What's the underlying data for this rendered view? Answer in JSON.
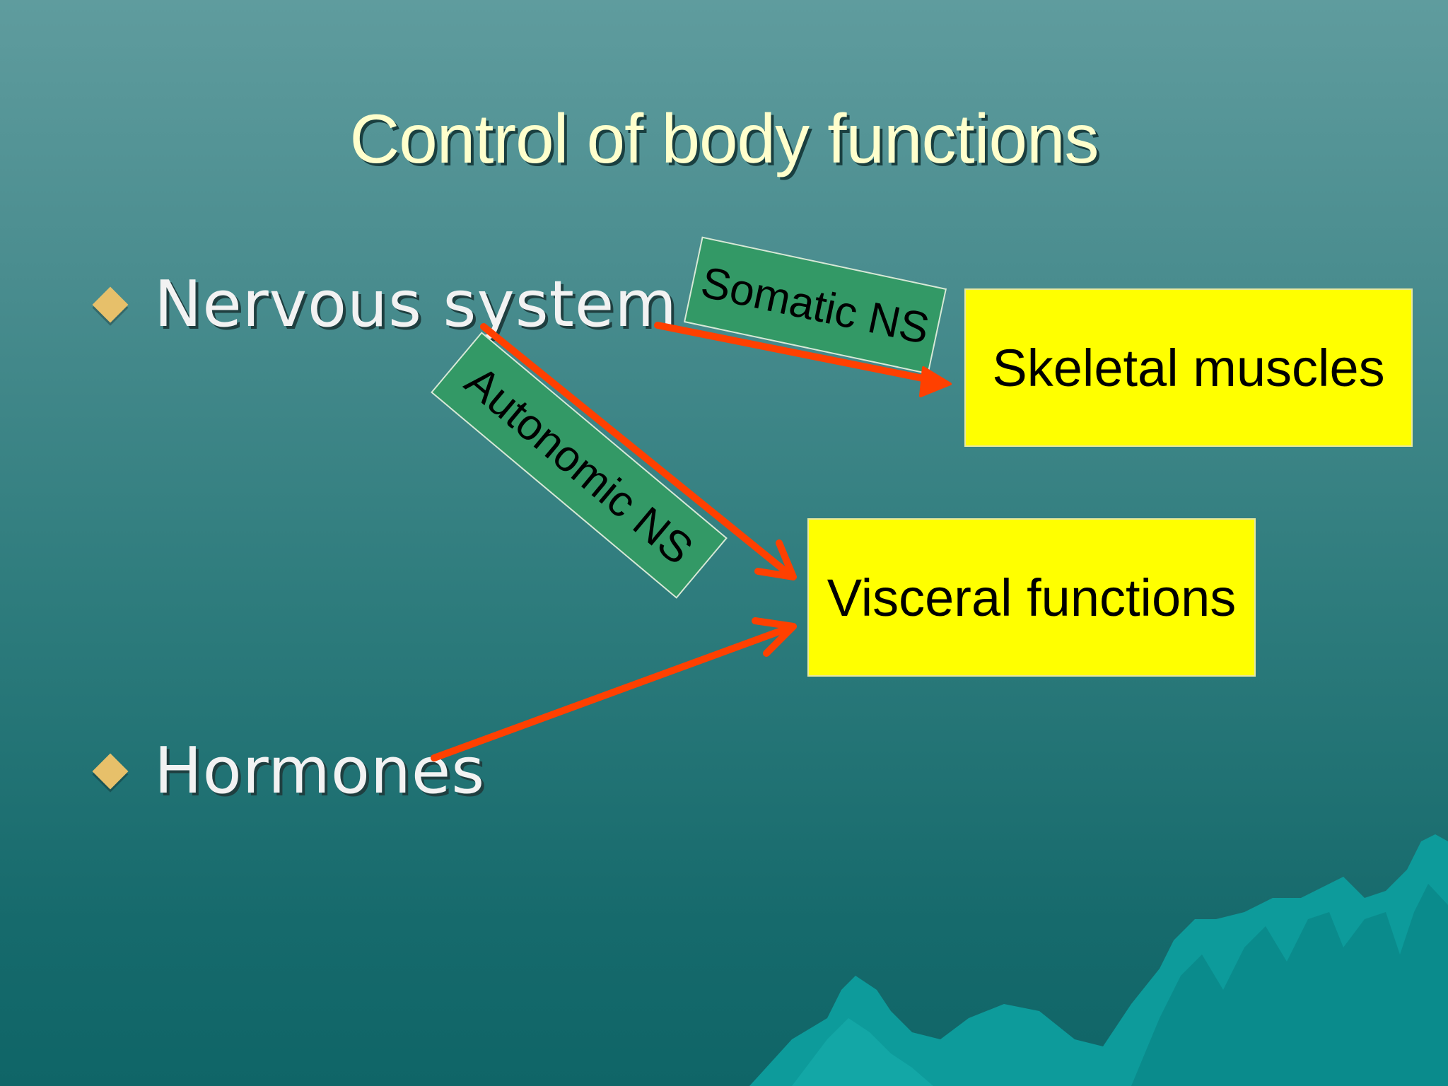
{
  "slide": {
    "title": "Control of body functions",
    "bullets": [
      {
        "label": "Nervous system"
      },
      {
        "label": "Hormones"
      }
    ],
    "targets": {
      "skeletal": "Skeletal muscles",
      "visceral": "Visceral functions"
    },
    "pathways": {
      "somatic": "Somatic NS",
      "autonomic": "Autonomic NS"
    },
    "colors": {
      "arrow": "#ff4000",
      "target_box": "#ffff00",
      "pathway_box": "#339966",
      "bullet": "#e7c06a"
    }
  }
}
